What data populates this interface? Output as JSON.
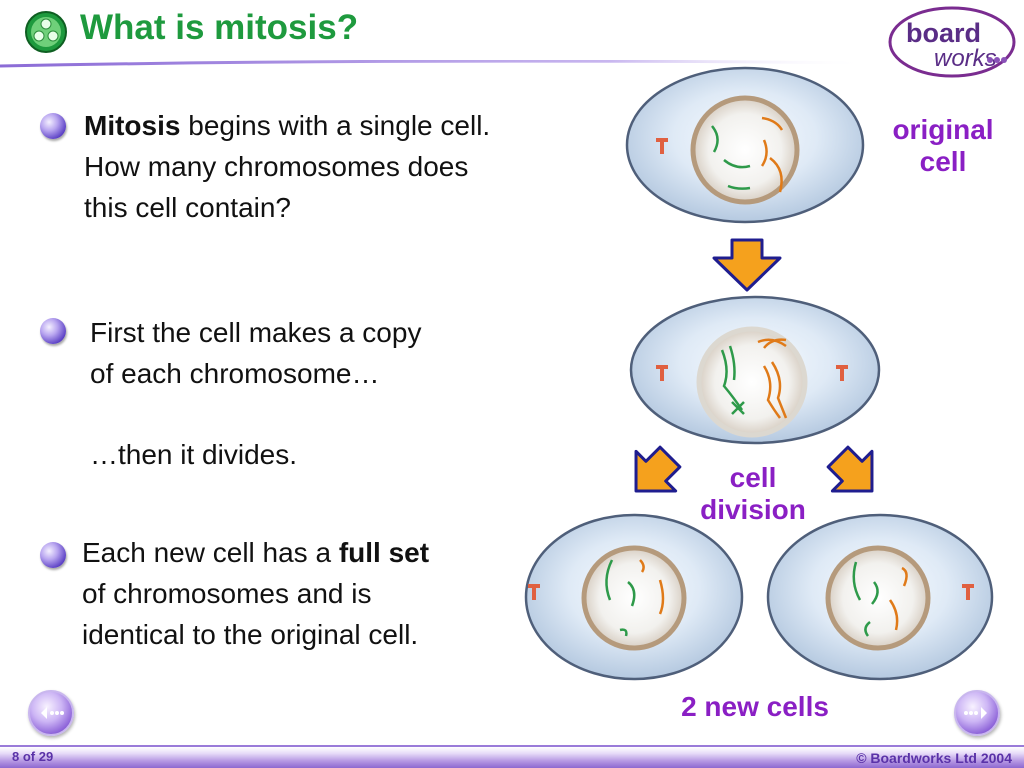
{
  "header": {
    "title": "What is mitosis?"
  },
  "logo": {
    "line1": "board",
    "line2": "works"
  },
  "bullets": [
    {
      "bold": "Mitosis",
      "line1_rest": " begins with a single cell.",
      "line2": "How many chromosomes does",
      "line3": "this cell contain?"
    },
    {
      "line1": "First the cell makes a copy",
      "line2": "of each chromosome…",
      "line3": "…then it divides."
    },
    {
      "line1_pre": "Each new cell has a ",
      "bold": "full set",
      "line2": "of chromosomes and is",
      "line3": "identical to the original cell."
    }
  ],
  "labels": {
    "original_l1": "original",
    "original_l2": "cell",
    "division_l1": "cell",
    "division_l2": "division",
    "new_cells": "2 new cells"
  },
  "footer": {
    "page": "8 of 29",
    "copyright": "© Boardworks Ltd 2004"
  },
  "colors": {
    "title": "#1e9a3e",
    "label": "#8a1fc4",
    "arrow_fill": "#f5a11d",
    "arrow_outline": "#1f1d8f"
  }
}
